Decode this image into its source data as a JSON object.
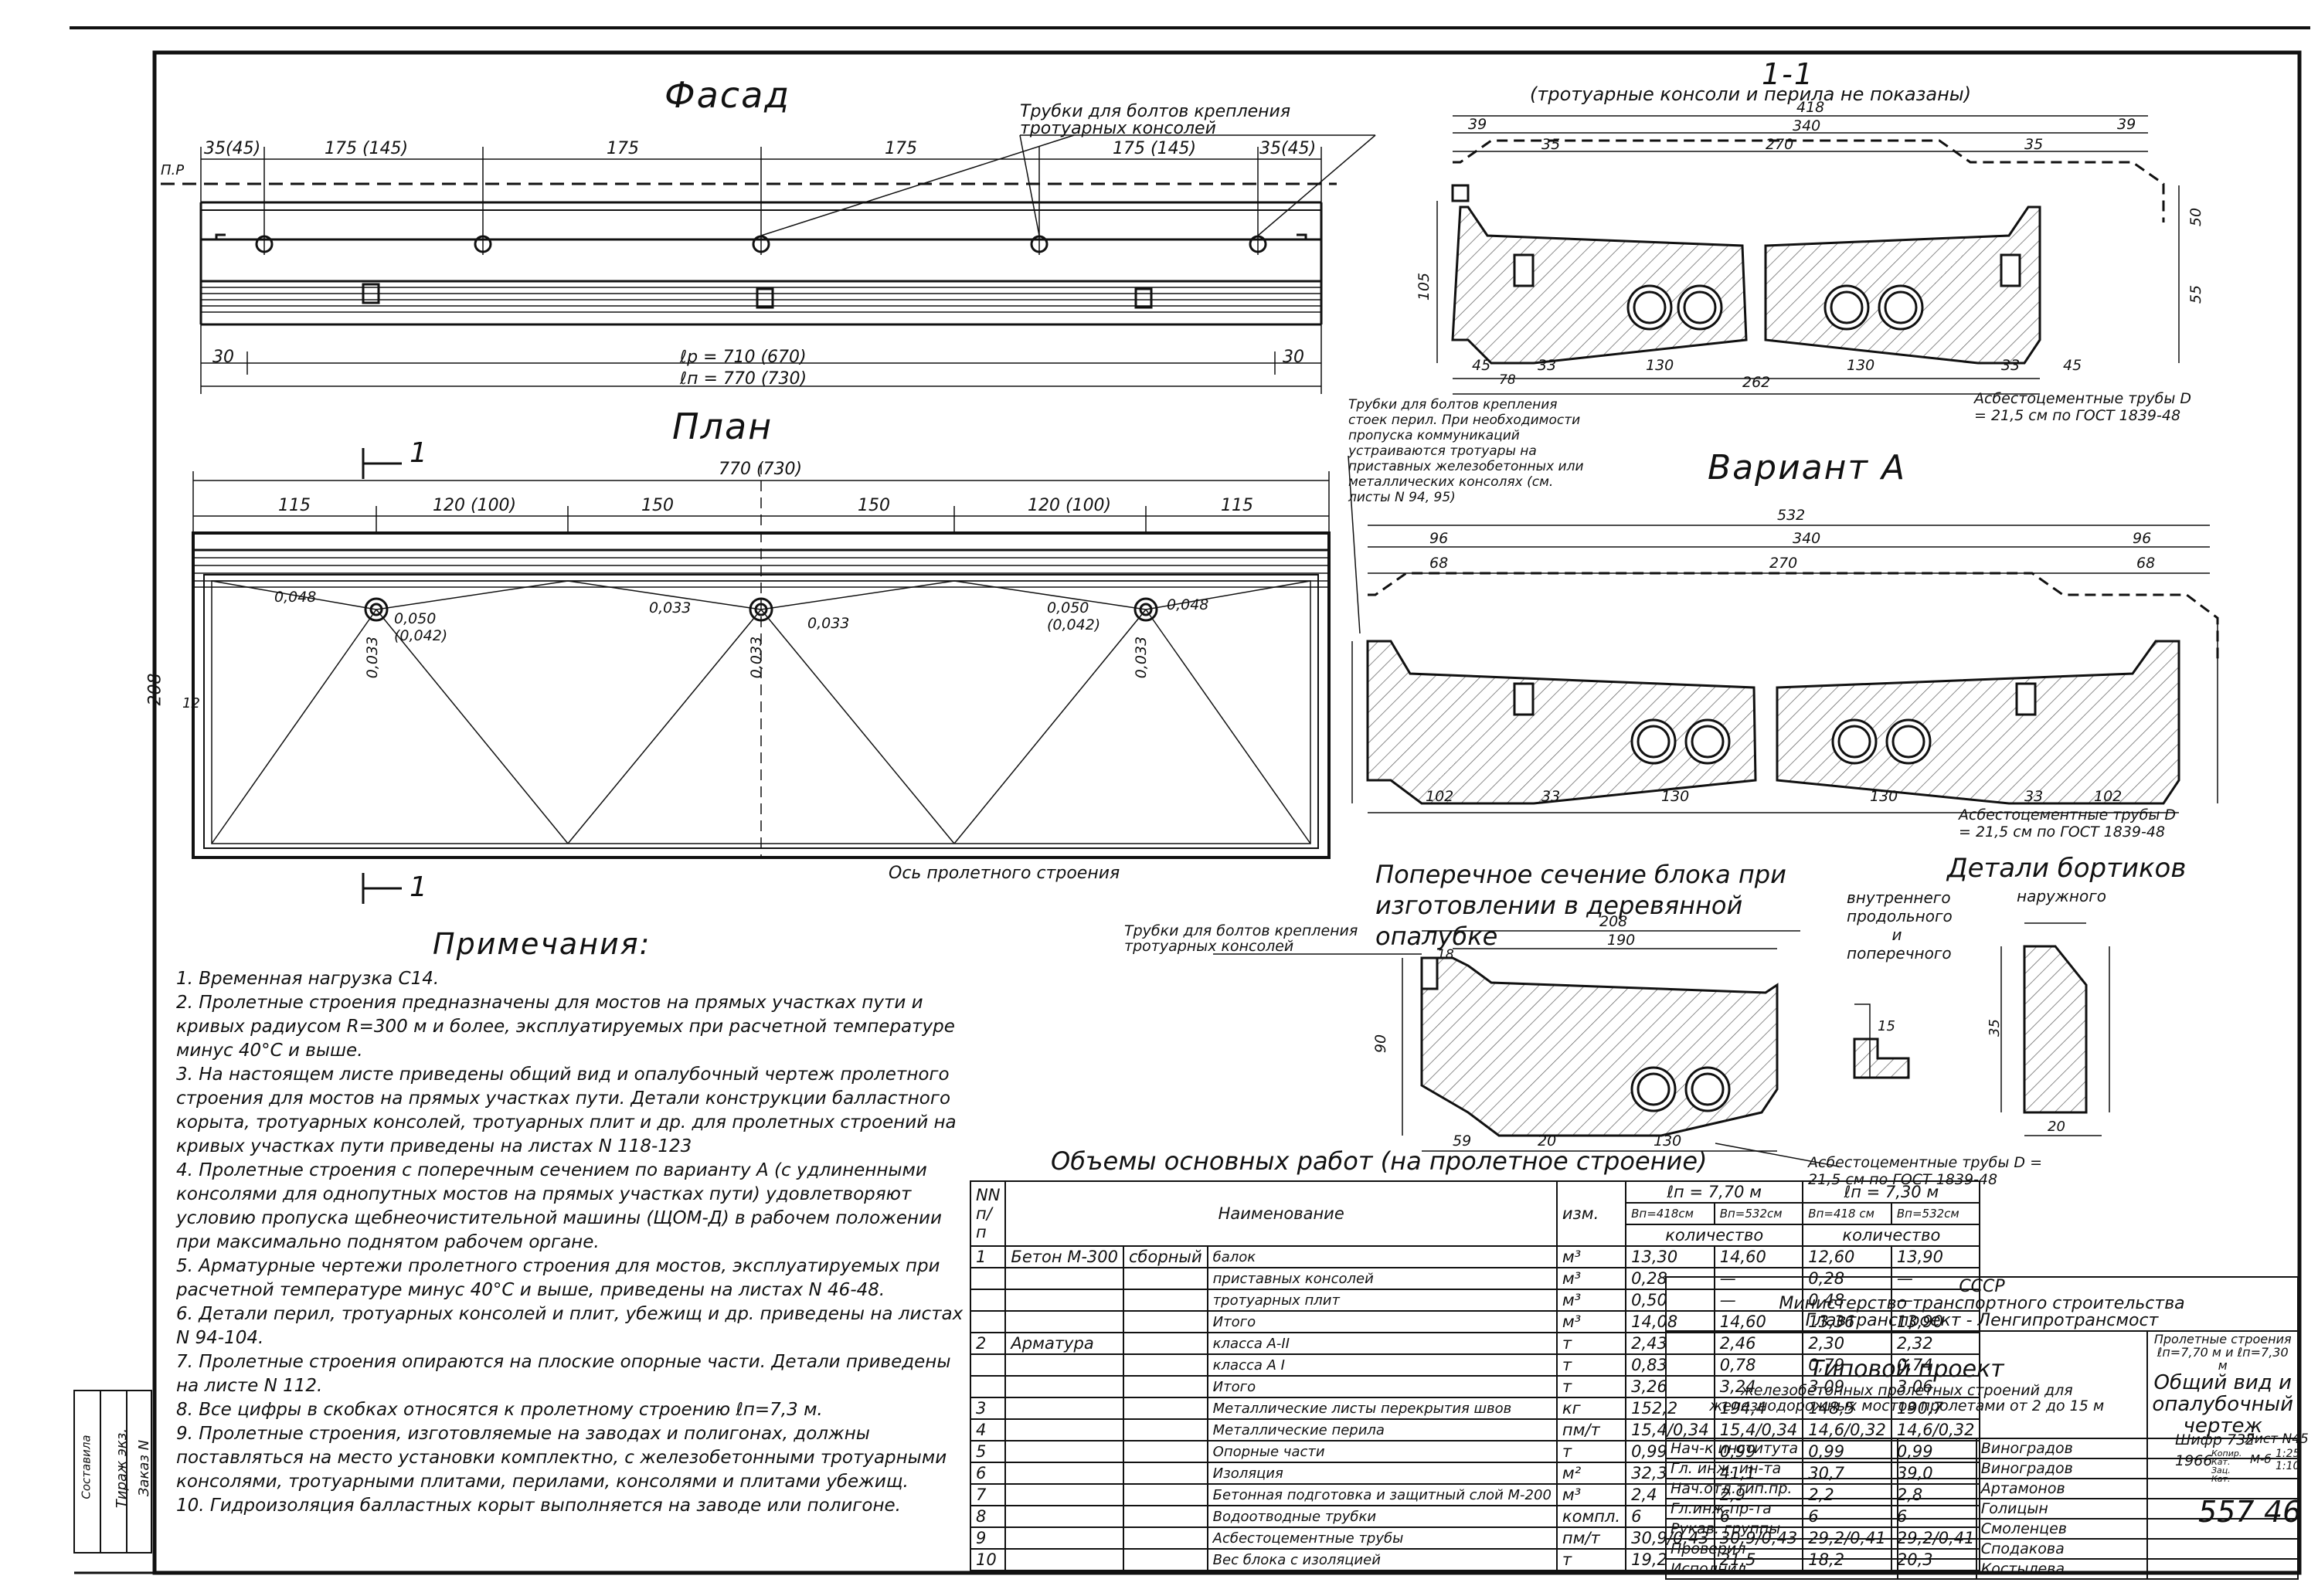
{
  "facade": {
    "title": "Фасад",
    "dims": {
      "d1": "35(45)",
      "d2": "175 (145)",
      "d3": "175",
      "d4": "175",
      "d5": "175 (145)",
      "d6": "35(45)",
      "d7": "30",
      "d8": "30",
      "lp": "ℓр = 710 (670)",
      "ln": "ℓп = 770 (730)",
      "pr": "П.Р"
    },
    "callout": "Трубки для болтов крепления тротуарных консолей"
  },
  "plan": {
    "title": "План",
    "dims": {
      "total": "770 (730)",
      "d1": "115",
      "d2": "120 (100)",
      "d3": "150",
      "d4": "150",
      "d5": "120 (100)",
      "d6": "115",
      "height": "208",
      "side": "12"
    },
    "slopes": {
      "s1": "0,048",
      "s2": "0,050 (0,042)",
      "s3": "0,033",
      "s4": "0,033",
      "s5": "0,050 (0,042)",
      "s6": "0,048",
      "v1": "0,033",
      "v2": "0,033",
      "v3": "0,033"
    },
    "axis_label": "Ось пролетного строения",
    "section_mark": "1"
  },
  "section11": {
    "title": "1-1",
    "subtitle": "(тротуарные консоли и перила не показаны)",
    "dims": {
      "total": "418",
      "d1": "39",
      "d2": "340",
      "d3": "39",
      "w1": "270",
      "w2": "35",
      "w3": "35",
      "b1": "45",
      "b2": "33",
      "b3": "130",
      "b4": "130",
      "b5": "33",
      "b6": "45",
      "b7": "262",
      "b8": "78",
      "h1": "105",
      "h2": "55",
      "h3": "50"
    },
    "pipes_note": "Асбестоцементные трубы D = 21,5 см по ГОСТ 1839-48"
  },
  "variantA": {
    "title": "Вариант А",
    "callout": "Трубки для болтов крепления стоек перил. При необходимости пропуска коммуникаций устраиваются тротуары на приставных железобетонных или металлических консолях (см. листы N 94, 95)",
    "dims": {
      "total": "532",
      "mid": "340",
      "l": "96",
      "r": "96",
      "w": "270",
      "a": "68",
      "b": "68",
      "b1": "102",
      "b2": "33",
      "b3": "130",
      "b4": "130",
      "b5": "33",
      "b6": "102"
    },
    "pipes_note": "Асбестоцементные трубы D = 21,5 см по ГОСТ 1839-48"
  },
  "block_section": {
    "title": "Поперечное сечение блока при изготовлении в деревянной опалубке",
    "callout": "Трубки для болтов крепления тротуарных консолей",
    "dims": {
      "total": "208",
      "w": "190",
      "a": "18",
      "b": "59",
      "c": "20",
      "d": "130",
      "h": "90"
    },
    "pipes_note": "Асбестоцементные трубы D = 21,5 см по ГОСТ 1839-48"
  },
  "bort_details": {
    "title": "Детали бортиков",
    "outer": "наружного",
    "inner": "внутреннего продольного и поперечного",
    "dims": {
      "a": "15",
      "b": "20",
      "c": "35"
    }
  },
  "notes": {
    "title": "Примечания:",
    "items": [
      "1. Временная нагрузка С14.",
      "2. Пролетные строения предназначены для мостов на прямых участках пути и кривых радиусом R=300 м и более, эксплуатируемых при расчетной температуре минус 40°С и выше.",
      "3. На настоящем листе приведены общий вид и опалубочный чертеж пролетного строения для мостов на прямых участках пути. Детали конструкции балластного корыта, тротуарных консолей, тротуарных плит и др. для пролетных строений на кривых участках пути приведены на листах N 118-123",
      "4. Пролетные строения с поперечным сечением по варианту А (с удлиненными консолями для однопутных мостов на прямых участках пути) удовлетворяют условию пропуска щебнеочистительной машины (ЩОМ-Д) в рабочем положении при максимально поднятом рабочем органе.",
      "5. Арматурные чертежи пролетного строения для мостов, эксплуатируемых при расчетной температуре минус 40°С и выше, приведены на листах N 46-48.",
      "6. Детали перил, тротуарных консолей и плит, убежищ и др. приведены на листах N 94-104.",
      "7. Пролетные строения опираются на плоские опорные части. Детали приведены на листе N 112.",
      "8. Все цифры в скобках относятся к пролетному строению ℓп=7,3 м.",
      "9. Пролетные строения, изготовляемые на заводах и полигонах, должны поставляться на место установки комплектно, с железобетонными тротуарными консолями, тротуарными плитами, перилами, консолями и плитами убежищ.",
      "10. Гидроизоляция балластных корыт выполняется на заводе или полигоне."
    ]
  },
  "works": {
    "title": "Объемы основных работ (на пролетное строение)",
    "head": {
      "nn": "NN п/п",
      "name": "Наименование",
      "unit": "изм.",
      "ln1": "ℓп = 7,70 м",
      "ln2": "ℓп = 7,30 м",
      "b1": "Bп=418см",
      "b2": "Bп=532см",
      "b3": "Bп=418 см",
      "b4": "Bп=532см",
      "qty": "количество"
    },
    "rows": [
      {
        "n": "1",
        "g": "Бетон М-300",
        "s": "сборный",
        "name": "балок",
        "unit": "м³",
        "v": [
          "13,30",
          "14,60",
          "12,60",
          "13,90"
        ]
      },
      {
        "n": "",
        "g": "",
        "s": "",
        "name": "приставных консолей",
        "unit": "м³",
        "v": [
          "0,28",
          "—",
          "0,28",
          "—"
        ]
      },
      {
        "n": "",
        "g": "",
        "s": "",
        "name": "тротуарных плит",
        "unit": "м³",
        "v": [
          "0,50",
          "—",
          "0,48",
          "—"
        ]
      },
      {
        "n": "",
        "g": "",
        "s": "",
        "name": "Итого",
        "unit": "м³",
        "v": [
          "14,08",
          "14,60",
          "13,36",
          "13,90"
        ]
      },
      {
        "n": "2",
        "g": "Арматура",
        "s": "",
        "name": "класса А-II",
        "unit": "т",
        "v": [
          "2,43",
          "2,46",
          "2,30",
          "2,32"
        ]
      },
      {
        "n": "",
        "g": "",
        "s": "",
        "name": "класса А I",
        "unit": "т",
        "v": [
          "0,83",
          "0,78",
          "0,79",
          "0,74"
        ]
      },
      {
        "n": "",
        "g": "",
        "s": "",
        "name": "Итого",
        "unit": "т",
        "v": [
          "3,26",
          "3,24",
          "3,09",
          "3,06"
        ]
      },
      {
        "n": "3",
        "g": "",
        "s": "",
        "name": "Металлические листы перекрытия швов",
        "unit": "кг",
        "v": [
          "152,2",
          "194,4",
          "148,5",
          "190,7"
        ]
      },
      {
        "n": "4",
        "g": "",
        "s": "",
        "name": "Металлические перила",
        "unit": "пм/т",
        "v": [
          "15,4/0,34",
          "15,4/0,34",
          "14,6/0,32",
          "14,6/0,32"
        ]
      },
      {
        "n": "5",
        "g": "",
        "s": "",
        "name": "Опорные части",
        "unit": "т",
        "v": [
          "0,99",
          "0,99",
          "0,99",
          "0,99"
        ]
      },
      {
        "n": "6",
        "g": "",
        "s": "",
        "name": "Изоляция",
        "unit": "м²",
        "v": [
          "32,3",
          "41,1",
          "30,7",
          "39,0"
        ]
      },
      {
        "n": "7",
        "g": "",
        "s": "",
        "name": "Бетонная подготовка и защитный слой М-200",
        "unit": "м³",
        "v": [
          "2,4",
          "2,9",
          "2,2",
          "2,8"
        ]
      },
      {
        "n": "8",
        "g": "",
        "s": "",
        "name": "Водоотводные трубки",
        "unit": "компл.",
        "v": [
          "6",
          "6",
          "6",
          "6"
        ]
      },
      {
        "n": "9",
        "g": "",
        "s": "",
        "name": "Асбестоцементные трубы",
        "unit": "пм/т",
        "v": [
          "30,9/0,43",
          "30,9/0,43",
          "29,2/0,41",
          "29,2/0,41"
        ]
      },
      {
        "n": "10",
        "g": "",
        "s": "",
        "name": "Вес блока с изоляцией",
        "unit": "т",
        "v": [
          "19,2",
          "21,5",
          "18,2",
          "20,3"
        ]
      }
    ]
  },
  "stamp": {
    "org1": "СССР",
    "org2": "Министерство транспортного строительства",
    "org3": "Главтранспроект - Ленгипротрансмост",
    "project": "Типовой проект",
    "project_desc": "железобетонных пролетных строений для железнодорожных мостов пролетами от 2 до 15 м",
    "span_info": "Пролетные строения ℓп=7,70 м и ℓп=7,30 м",
    "sheet_title": "Общий вид и опалубочный чертеж",
    "shifr": "Шифр 732",
    "list": "Лист N45",
    "year": "1966",
    "scale1": "1:25",
    "scale2": "1:10",
    "m": "М-б",
    "number": "557",
    "sheet_no": "46",
    "copy_label": "Копир. Кат. Зац. Кат.",
    "roles": [
      {
        "role": "Нач-к института",
        "name": "Виноградов"
      },
      {
        "role": "Гл. инж. ин-та",
        "name": "Виноградов"
      },
      {
        "role": "Нач.отд.тип.пр.",
        "name": "Артамонов"
      },
      {
        "role": "Гл.инж.пр-та",
        "name": "Голицын"
      },
      {
        "role": "Рукав. группы",
        "name": "Смоленцев"
      },
      {
        "role": "Проверил",
        "name": "Сподакова"
      },
      {
        "role": "Исполнил",
        "name": "Костылева"
      }
    ]
  },
  "sidebar": {
    "a": "Тираж экз.",
    "b": "Заказ N",
    "c": "Составила"
  }
}
